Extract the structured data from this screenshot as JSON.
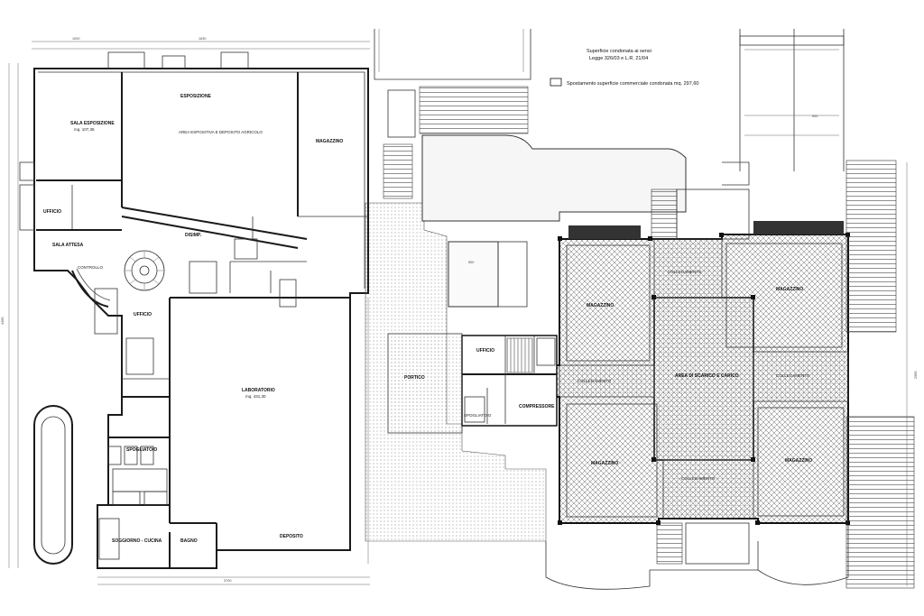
{
  "legend": {
    "title_line1": "Superficie condonata ai sensi",
    "title_line2": "Legge 326/03 e L.R. 21/04",
    "item_label": "Spostamento superficie commerciale condonata mq. 297,60"
  },
  "rooms_left": {
    "sala_esposizione": "SALA ESPOSIZIONE",
    "sala_esposizione_mq": "mq. 107,35",
    "esposizione": "ESPOSIZIONE",
    "area_espositiva": "AREA ESPOSITIVA E DEPOSITO AGRICOLO",
    "magazzino": "MAGAZZINO",
    "ufficio": "UFFICIO",
    "sala_attesa": "SALA ATTESA",
    "controllo": "CONTROLLO",
    "disimpegno": "DISIMP.",
    "ufficio2": "UFFICIO",
    "laboratorio": "LABORATORIO",
    "laboratorio_mq": "mq. 431,30",
    "spogliatoio": "SPOGLIATOIO",
    "deposito": "DEPOSITO",
    "soggiorno_cucina": "SOGGIORNO - CUCINA",
    "bagno": "BAGNO"
  },
  "rooms_right": {
    "magazzino_nw": "MAGAZZINO",
    "magazzino_ne": "MAGAZZINO",
    "magazzino_sw": "MAGAZZINO",
    "magazzino_se": "MAGAZZINO",
    "portico": "PORTICO",
    "ufficio": "UFFICIO",
    "spogliatoio": "SPOGLIATOIO",
    "compressore": "COMPRESSORE",
    "collegamento_w": "COLLEGAMENTO",
    "collegamento_e": "COLLEGAMENTO",
    "collegamento_s": "COLLEGAMENTO",
    "collegamento_n": "COLLEGAMENTO",
    "area_carico": "AREA DI SCARICO E CARICO"
  },
  "dimensions": {
    "top_left": "1000",
    "mid_top": "1630",
    "bottom_total": "3700",
    "parking": "500",
    "left_height": "4465",
    "right_height": "2965"
  }
}
